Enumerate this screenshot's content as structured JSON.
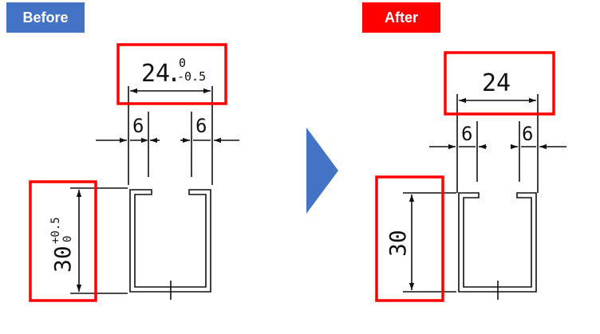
{
  "before": {
    "label": "Before",
    "width_dim": "24",
    "width_tol_upper": "0",
    "width_tol_lower": "-0.5",
    "height_dim": "30",
    "height_tol_upper": "+0.5",
    "height_tol_lower": "0",
    "flange_left": "6",
    "flange_right": "6"
  },
  "after": {
    "label": "After",
    "width_dim": "24",
    "height_dim": "30",
    "flange_left": "6",
    "flange_right": "6"
  },
  "colors": {
    "before_badge": "#4472c4",
    "after_badge": "#ff0000",
    "highlight_box": "#ff0000",
    "arrow": "#4472c4",
    "line": "#111111"
  }
}
